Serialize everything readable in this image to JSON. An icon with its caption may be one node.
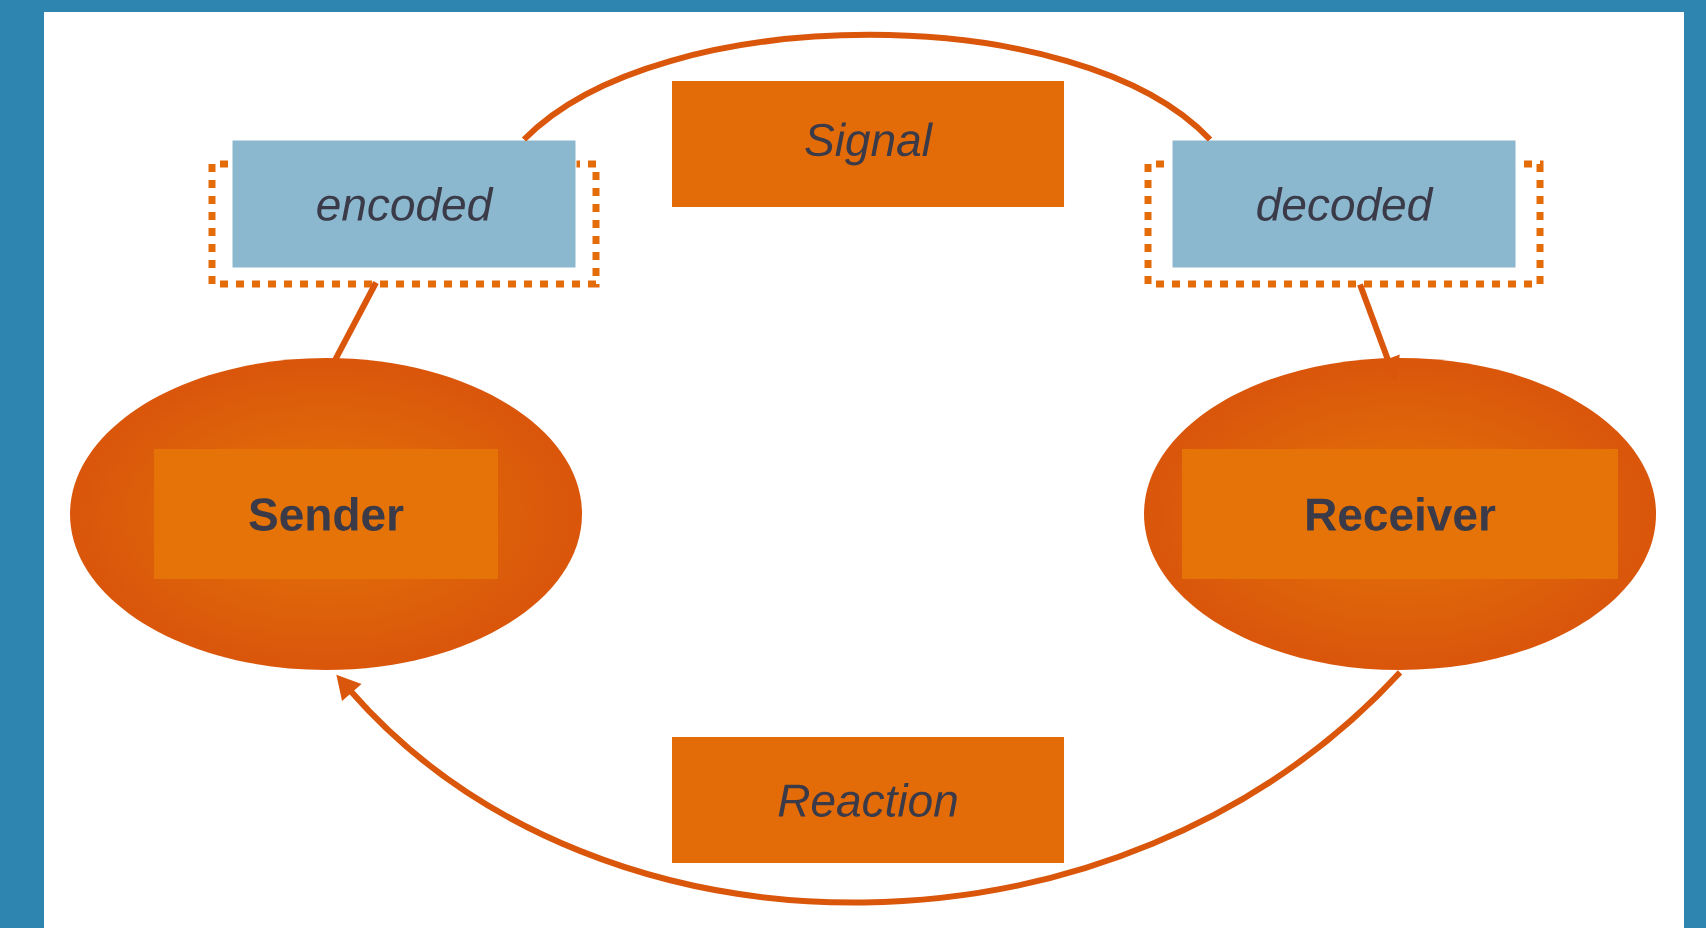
{
  "diagram": {
    "nodes": [
      {
        "text": [
          "Sender"
        ]
      },
      {
        "text": [
          "Receiver"
        ]
      },
      {
        "text": [
          "encoded"
        ]
      },
      {
        "text": [
          "decoded"
        ]
      }
    ],
    "edges": [
      {
        "from": 0,
        "to": 2,
        "arrow": "none"
      },
      {
        "from": 2,
        "to": 3,
        "arrow": "none",
        "label": "Signal"
      },
      {
        "from": 3,
        "to": 1,
        "arrow": "to"
      },
      {
        "from": 1,
        "to": 0,
        "arrow": "to",
        "label": "Reaction"
      }
    ]
  }
}
